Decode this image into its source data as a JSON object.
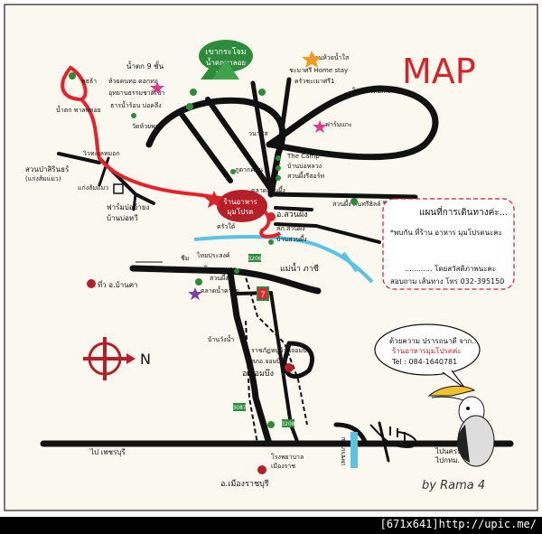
{
  "title": "MAP",
  "labels": {
    "waterfall": "น้ำตก 9 ชั้น",
    "mountain_line1": "เขากระโจม",
    "mountain_line2": "น้ำตกพาลอย",
    "ban_huay_nam_sai": "บ้านห้วยน้ำใส",
    "home_stay": "ชะมาศรี Home stay",
    "kruaa_chaomai": "ครัวชะเมาศรี1",
    "noodle_ajmai": "โรงไร เดิมเก่ง",
    "samrong": "ห้วยคนทอ ดอกทอ",
    "school": "อุทยานธรรมชาติเขา",
    "wat_huay_phak": "วัดห้วยพาก",
    "hospital_top": "ธารน้ำร้อน บ่อคลึง",
    "pathum": "พุธธ้า",
    "mountain_small": "น้ำตก พาลพลอย",
    "view": "วิวทะเลหมอก",
    "restaurant_main_line1": "ร้านอาหาร",
    "restaurant_main_line2": "มุมโปรด",
    "amphoe_suanphueng": "อ.สวนผึ้ง",
    "police": "สภ.สวนผึ้ง",
    "ban_suanphueng": "บ้านสวนผึ้ง",
    "market_suanphueng": "ตลาดสวนผึ้ง",
    "kruaa_tai": "ครัวใต้",
    "suanphueng_resort": "สวนผึ้ง คันทรีฮิลล์ รีสอร์ท",
    "the_camp": "The Camp",
    "ban_bo_ra": "บ้านบ่อหลวง",
    "suanphueng_royal": "สวนผึ้งรีสอร์ท",
    "farm_top": "ฟาร์มแกะ",
    "hill_resort": "วนาซิส",
    "ban_phu": "ภูตากคอน",
    "suan_paksaranee": "สวนป่าสิรินธร์",
    "suan_paksaranee_sub": "(แก่งส้มแมว)",
    "kaeng": "แก่งส้มแมว",
    "farm_boi": "ฟาร์มบ่ออ้ายง",
    "ban_boi": "บ้านบ่อหวี",
    "thai_prasong": "ไทยประสงค์",
    "thai_prasong_hospital_l1": "โรงพยาบาล",
    "thai_prasong_hospital_l2": "สวนผึ้ง",
    "chaem": "ชีม",
    "river": "แม่น้ำ ภาชี",
    "tha_ban_kha": "ที่ว อ.บ้านคา",
    "wat_tha_chot": "ตลาดน้ำควาย",
    "seven_eleven": "7",
    "ban_chom_bueng": "ราชภัฏหมู่บ้านจอมบึง",
    "sat_chombueng": "สภอ.จอมบึง",
    "ban_wang": "บ้านวังน้ำ",
    "amphoe_chombueng": "อ.จอมบึง",
    "road_3087": "3087",
    "road_3208": "3208",
    "road_3206": "3206",
    "to_phetchaburi": "ไป เพชรบุรี",
    "hospital_bottom_l1": "โรงพยาบาล",
    "hospital_bottom_l2": "เมืองราช",
    "amphoe_mueang": "อ.เมืองราชบุรี",
    "phet_kasem": "เพชรเกษม",
    "to_nakhon_pathom_l1": "ไปนครปฐม",
    "to_nakhon_pathom_l2": "ไปกทม.",
    "compass_n": "N",
    "info_title": "แผนที่การเดินทางค่ะ...",
    "info_line1": "*พบกัน ที่ร้าน อาหาร มุมโปรดนะคะ",
    "info_line2": "............ โดยสวัสดิภาพนะคะ",
    "info_line3": "สอบถาม เส้นทาง โทร 032-395150",
    "bubble_line1": "ด้วยความ ปรารถนาดี จาก...",
    "bubble_line2": "ร้านอาหารมุมโปรดค่ะ",
    "bubble_line3": "Tel : 084-1640781",
    "signature": "by Rama 4",
    "footer": "[671x641]http://upic.me/"
  },
  "colors": {
    "road": "#111111",
    "route": "#e8202a",
    "river": "#59c3e6",
    "accent_green": "#2e8b3a",
    "title": "#d8232a",
    "background": "#fbf9ef",
    "info_text": "#c0282e"
  }
}
